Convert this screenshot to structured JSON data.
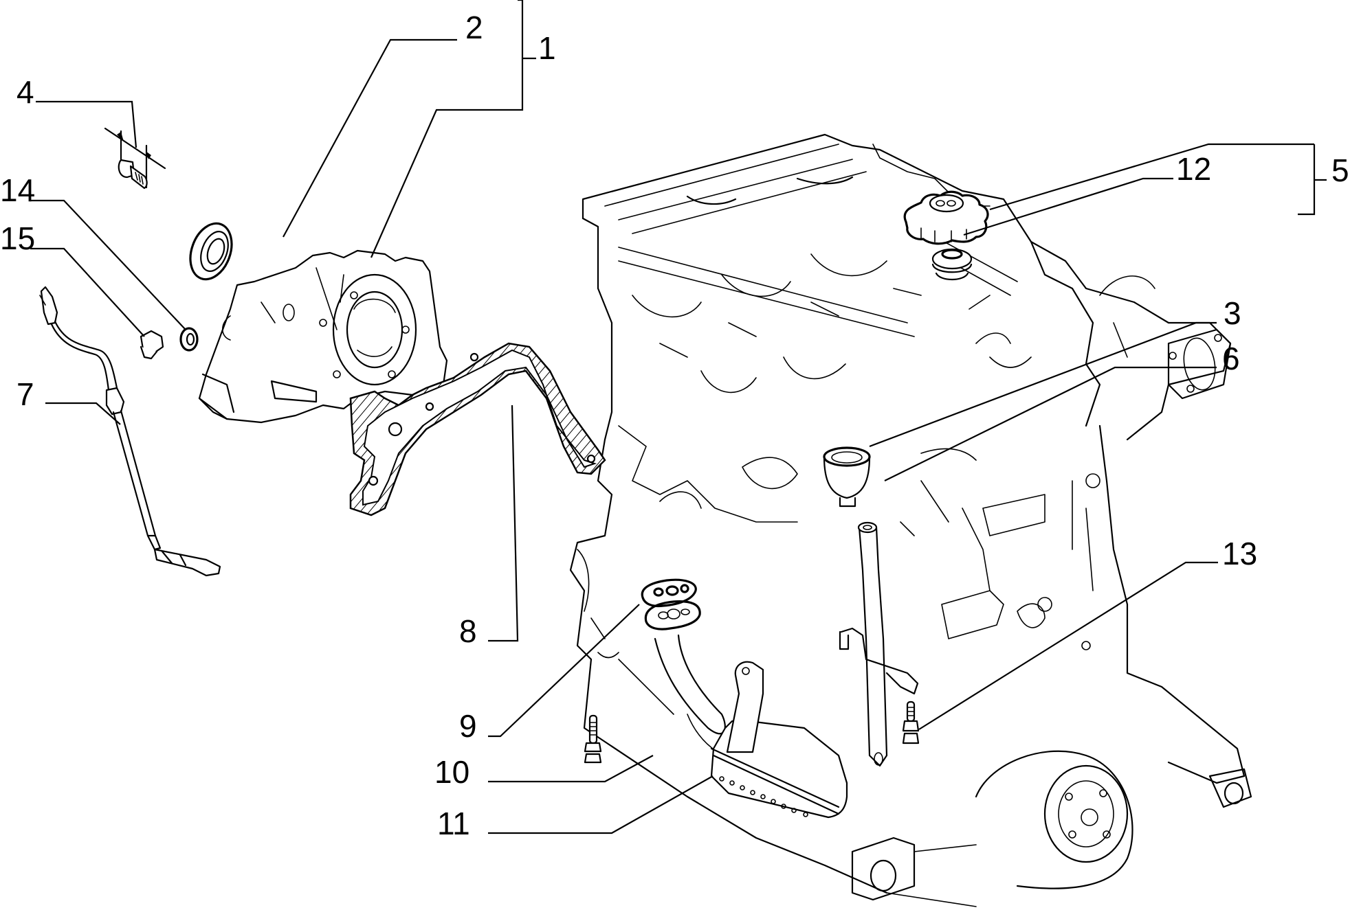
{
  "diagram": {
    "type": "exploded-parts-view",
    "subject": "engine lubrication components",
    "callouts": [
      {
        "id": "1",
        "label": "1",
        "part": "oil pump assembly (bracket group)"
      },
      {
        "id": "2",
        "label": "2",
        "part": "front oil seal"
      },
      {
        "id": "3",
        "label": "3",
        "part": "dipstick tube plug / cup"
      },
      {
        "id": "4",
        "label": "4",
        "part": "oil pump bolt"
      },
      {
        "id": "5",
        "label": "5",
        "part": "oil filler cap assembly (bracket group)"
      },
      {
        "id": "6",
        "label": "6",
        "part": "dipstick guide tube"
      },
      {
        "id": "7",
        "label": "7",
        "part": "oil dipstick"
      },
      {
        "id": "8",
        "label": "8",
        "part": "oil pump cover gasket"
      },
      {
        "id": "9",
        "label": "9",
        "part": "oil pickup flange gasket"
      },
      {
        "id": "10",
        "label": "10",
        "part": "stud with nut"
      },
      {
        "id": "11",
        "label": "11",
        "part": "oil pickup strainer"
      },
      {
        "id": "12",
        "label": "12",
        "part": "filler cap seal"
      },
      {
        "id": "13",
        "label": "13",
        "part": "stud with nut"
      },
      {
        "id": "14",
        "label": "14",
        "part": "sealing washer"
      },
      {
        "id": "15",
        "label": "15",
        "part": "plug screw"
      }
    ],
    "groups": [
      {
        "bracket_label": "1",
        "members": [
          "2",
          "1"
        ]
      },
      {
        "bracket_label": "5",
        "members": [
          "12"
        ]
      }
    ]
  }
}
